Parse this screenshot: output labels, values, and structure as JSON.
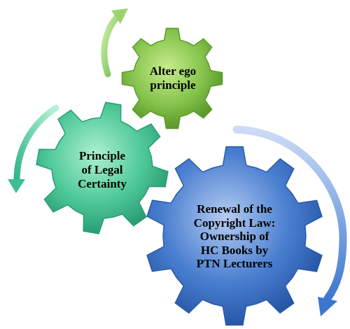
{
  "diagram": {
    "gears": [
      {
        "id": "alter-ego",
        "lines": [
          "Alter ego",
          "principle"
        ],
        "color": "#7cbd3f"
      },
      {
        "id": "legal-certainty",
        "lines": [
          "Principle",
          "of Legal",
          "Certainty"
        ],
        "color": "#3fbf8a"
      },
      {
        "id": "copyright-renewal",
        "lines": [
          "Renewal of the",
          "Copyright Law:",
          "Ownership of",
          "HC Books by",
          "PTN Lecturers"
        ],
        "color": "#3d73c9"
      }
    ],
    "arrows": [
      {
        "gear": "alter-ego",
        "color": "#6cc05a"
      },
      {
        "gear": "legal-certainty",
        "color": "#3cc49a"
      },
      {
        "gear": "copyright-renewal",
        "color": "#3f7fd6"
      }
    ]
  }
}
